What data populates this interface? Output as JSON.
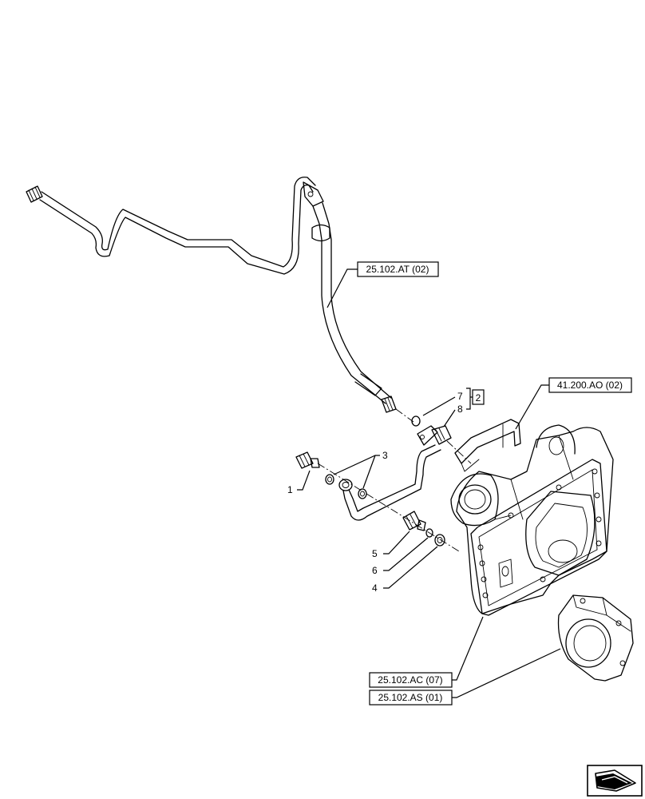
{
  "references": {
    "tube_assembly": "25.102.AT (02)",
    "bracket": "41.200.AO (02)",
    "housing": "25.102.AC (07)",
    "bearing_cap": "25.102.AS (01)"
  },
  "items": {
    "i1": "1",
    "i2": "2",
    "i3": "3",
    "i4": "4",
    "i5": "5",
    "i6": "6",
    "i7": "7",
    "i8": "8"
  },
  "nav_icon": "next-page-arrow-icon"
}
